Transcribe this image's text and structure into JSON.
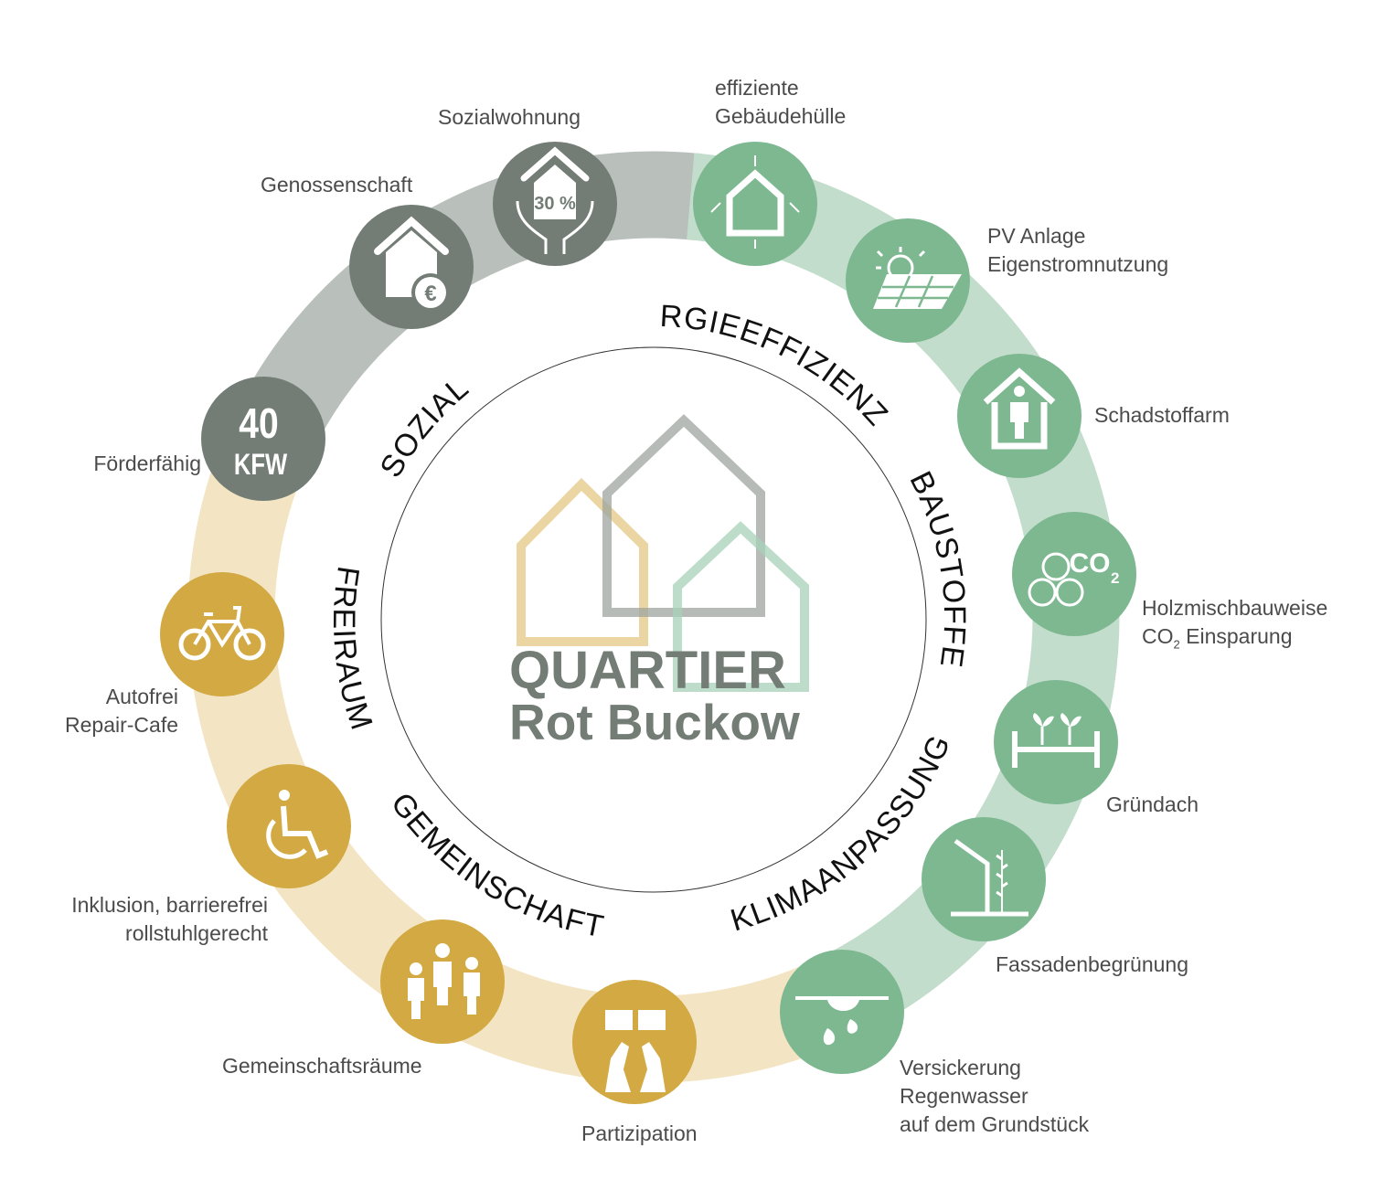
{
  "title": {
    "line1": "QUARTIER",
    "line2": "Rot Buckow"
  },
  "colors": {
    "social": "#737d76",
    "social_band": "#b9bfbb",
    "energy": "#7db891",
    "energy_band": "#c3ddcc",
    "community": "#d2a942",
    "community_band": "#f3e5c3"
  },
  "categories": {
    "sozial": "SOZIAL",
    "energie": "ENERGIEEFFIZIENZ",
    "baustoffe": "BAUSTOFFE",
    "klima": "KLIMAANPASSUNG",
    "gemeinschaft": "GEMEINSCHAFT",
    "freiraum": "FREIRAUM"
  },
  "items": {
    "kfw": {
      "label": "Förderfähig",
      "icon": "kfw-40-badge",
      "num": "40",
      "sub": "KFW"
    },
    "genossenschaft": {
      "label": "Genossenschaft",
      "icon": "house-euro-icon"
    },
    "sozialwohnung": {
      "label": "Sozialwohnung",
      "icon": "hands-house-icon",
      "pct": "30 %"
    },
    "huelle": {
      "label1": "effiziente",
      "label2": "Gebäudehülle",
      "icon": "house-arrows-icon"
    },
    "pv": {
      "label1": "PV Anlage",
      "label2": "Eigenstromnutzung",
      "icon": "solar-panel-icon"
    },
    "schadstoff": {
      "label": "Schadstoffarm",
      "icon": "house-person-icon"
    },
    "holz": {
      "label1": "Holzmischbauweise",
      "label2a": "CO",
      "label2sub": "2",
      "label2b": " Einsparung",
      "icon": "wood-logs-co2-icon",
      "co": "CO",
      "co_sub": "2"
    },
    "gruendach": {
      "label": "Gründach",
      "icon": "green-roof-icon"
    },
    "fassade": {
      "label": "Fassadenbegrünung",
      "icon": "facade-plant-icon"
    },
    "versickerung": {
      "label1": "Versickerung",
      "label2": "Regenwasser",
      "label3": "auf dem Grundstück",
      "icon": "rain-drops-icon"
    },
    "partizipation": {
      "label": "Partizipation",
      "icon": "puzzle-hands-icon"
    },
    "gemeinschaftsraeume": {
      "label": "Gemeinschaftsräume",
      "icon": "people-group-icon"
    },
    "inklusion": {
      "label1": "Inklusion, barrierefrei",
      "label2": "rollstuhlgerecht",
      "icon": "wheelchair-icon"
    },
    "autofrei": {
      "label1": "Autofrei",
      "label2": "Repair-Cafe",
      "icon": "bicycle-icon"
    }
  }
}
